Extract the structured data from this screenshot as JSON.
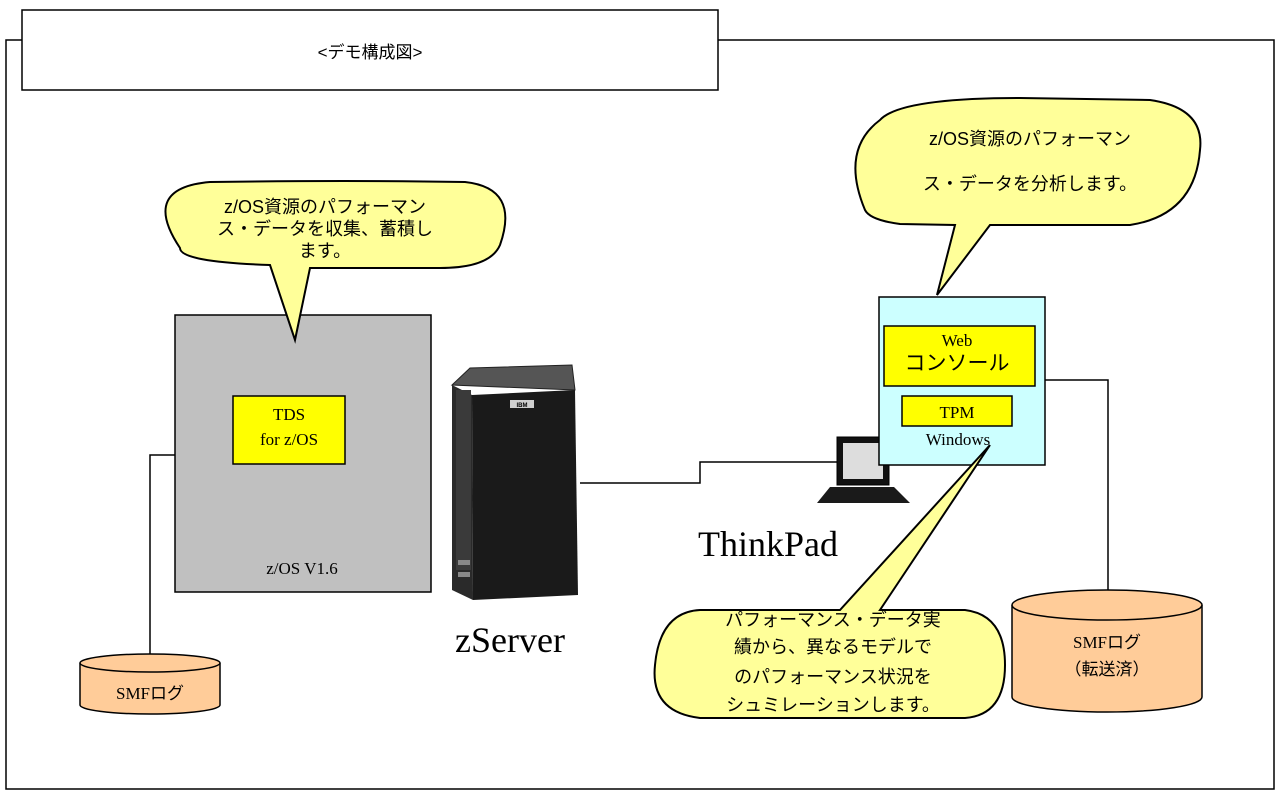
{
  "title": "<デモ構成図>",
  "host": {
    "os_label": "z/OS V1.6",
    "tds_line1": "TDS",
    "tds_line2": "for z/OS"
  },
  "callouts": {
    "left": [
      "z/OS資源のパフォーマン",
      "ス・データを収集、蓄積し",
      "ます。"
    ],
    "right": [
      "z/OS資源のパフォーマン",
      "ス・データを分析します。"
    ],
    "bottom": [
      "パフォーマンス・データ実",
      "績から、異なるモデルで",
      "のパフォーマンス状況を",
      "シュミレーションします。"
    ]
  },
  "server_label": "zServer",
  "server_logo": "IBM",
  "laptop_label": "ThinkPad",
  "windows_panel": {
    "web_line1": "Web",
    "web_line2": "コンソール",
    "tpm": "TPM",
    "os": "Windows"
  },
  "smf_local": "SMFログ",
  "smf_transferred_line1": "SMFログ",
  "smf_transferred_line2": "（転送済）",
  "colors": {
    "callout_fill": "#FFFF99",
    "host_fill": "#C0C0C0",
    "label_yellow": "#FFFF00",
    "windows_fill": "#CCFFFF",
    "smf_fill": "#FFCC99"
  }
}
